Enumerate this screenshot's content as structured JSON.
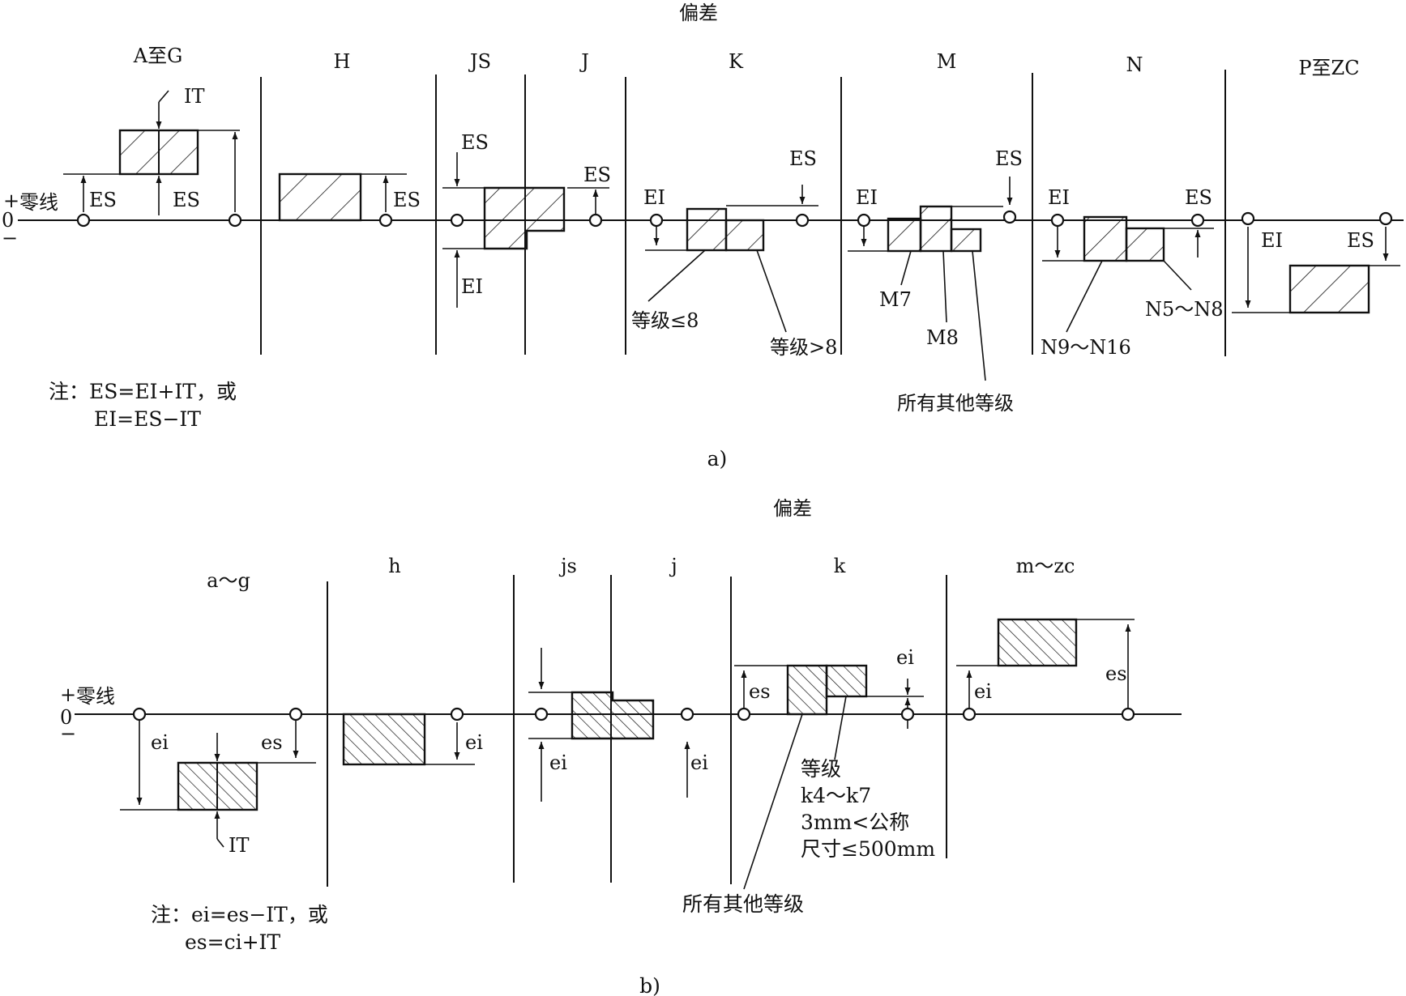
{
  "panel_a": {
    "heading": "偏差",
    "caption": "a)",
    "categories": [
      "A至G",
      "H",
      "JS",
      "J",
      "K",
      "M",
      "N",
      "P至ZC"
    ],
    "zero_line_label": "零线",
    "plus_sign": "+",
    "zero_label": "0",
    "minus_sign": "−",
    "labels": {
      "it": "IT",
      "es": "ES",
      "ei": "EI"
    },
    "annotations": {
      "k_grade_le8": "等级≤8",
      "k_grade_gt8": "等级>8",
      "m7": "M7",
      "m8": "M8",
      "m_all_other": "所有其他等级",
      "n9_n16": "N9～N16",
      "n5_n8": "N5～N8"
    },
    "note": [
      "注：ES=EI+IT，或",
      "EI=ES−IT"
    ]
  },
  "panel_b": {
    "heading": "偏差",
    "caption": "b)",
    "categories": [
      "a～g",
      "h",
      "js",
      "j",
      "k",
      "m～zc"
    ],
    "zero_line_label": "零线",
    "plus_sign": "+",
    "zero_label": "0",
    "minus_sign": "−",
    "labels": {
      "it": "IT",
      "es": "es",
      "ei": "ei"
    },
    "annotations": {
      "k_grade_lines": [
        "等级",
        "k4～k7",
        "3mm<公称",
        "尺寸≤500mm"
      ],
      "k_all_other": "所有其他等级"
    },
    "note": [
      "注：ei=es−IT，或",
      "es=ci+IT"
    ]
  }
}
